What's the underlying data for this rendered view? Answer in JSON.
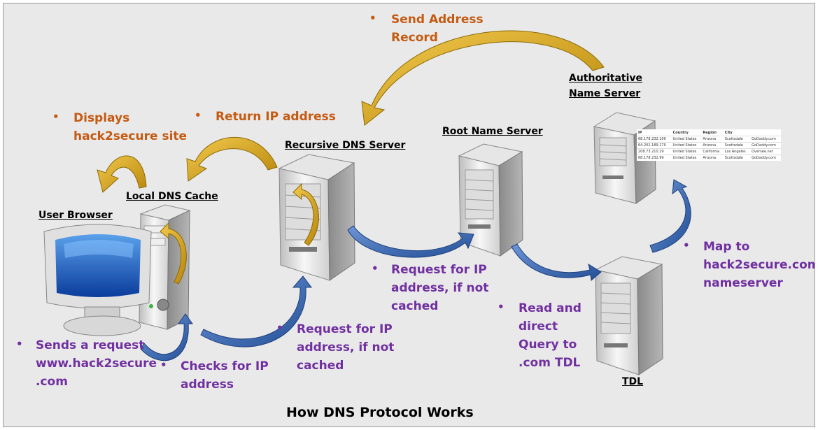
{
  "caption": "How DNS Protocol Works",
  "labels": {
    "authoritative": "Authoritative\nName Server",
    "root": "Root Name Server",
    "recursive": "Recursive DNS Server",
    "local_cache": "Local DNS Cache",
    "user_browser": "User Browser",
    "tdl": "TDL"
  },
  "steps": {
    "send_address": "Send Address\nRecord",
    "return_ip": "Return IP address",
    "displays": "Displays\nhack2secure site",
    "sends_request": "Sends a request\nwww.hack2secure\n.com",
    "checks_ip": "Checks for IP\naddress",
    "request_recursive": "Request for IP\naddress, if not\ncached",
    "request_root": "Request for IP\naddress, if not\ncached",
    "read_direct": "Read and\ndirect\nQuery to\n.com TDL",
    "map_to": "Map to\nhack2secure.com\nnameserver"
  },
  "bullet": "•",
  "table": {
    "headers": [
      "IP",
      "Country",
      "Region",
      "City",
      ""
    ],
    "rows": [
      [
        "68.178.232.100",
        "United States",
        "Arizona",
        "Scottsdale",
        "GoDaddy.com"
      ],
      [
        "64.202.189.170",
        "United States",
        "Arizona",
        "Scottsdale",
        "GoDaddy.com"
      ],
      [
        "208.73.210.29",
        "United States",
        "California",
        "Los Angeles",
        "Oversee.net"
      ],
      [
        "68.178.232.99",
        "United States",
        "Arizona",
        "Scottsdale",
        "GoDaddy.com"
      ]
    ]
  },
  "colors": {
    "orange_text": "#c55a11",
    "purple_text": "#7030a0",
    "gold_arrow": "#d4a017",
    "blue_arrow": "#3e6fb5",
    "background": "#e9e9e9"
  }
}
